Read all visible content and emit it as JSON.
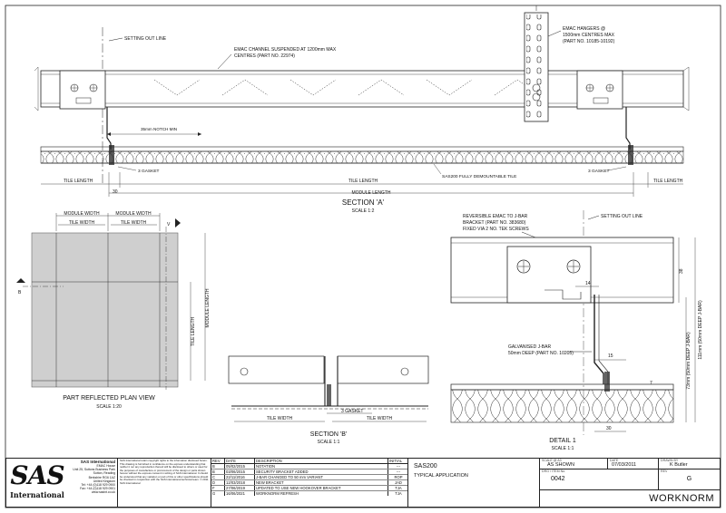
{
  "drawing": {
    "section_a": {
      "title": "SECTION 'A'",
      "scale": "SCALE 1:2",
      "callouts": {
        "setting_out_line": "SETTING OUT LINE",
        "emac_channel": [
          "EMAC CHANNEL SUSPENDED AT 1200mm MAX",
          "CENTRES (PART NO. 22974)"
        ],
        "emac_hangers": [
          "EMAC HANGERS @",
          "1500mm CENTRES MAX",
          "(PART NO. 10185-10192)"
        ],
        "notch": "35mm NOTCH MIN",
        "gasket_left": "3 GASKET",
        "gasket_right": "3 GASKET",
        "tile": "SAS200 FULLY DEMOUNTABLE TILE"
      },
      "dims": {
        "tile_length": "TILE LENGTH",
        "thirty": "30",
        "module_length": "MODULE LENGTH"
      }
    },
    "plan_view": {
      "title": "PART REFLECTED PLAN VIEW",
      "scale": "SCALE 1:20",
      "module_width": "MODULE WIDTH",
      "tile_width": "TILE WIDTH",
      "v_mark": "V",
      "b_mark": "B",
      "tile_length": "TILE LENGTH",
      "module_length": "MODULE LENGTH"
    },
    "section_b": {
      "title": "SECTION 'B'",
      "scale": "SCALE 1:1",
      "tile_width": "TILE WIDTH",
      "gasket": "3 GASKET"
    },
    "detail_1": {
      "title": "DETAIL 1",
      "scale": "SCALE 1:1",
      "setting_out_line": "SETTING OUT LINE",
      "bracket": [
        "REVERSIBLE EMAC TO J-BAR",
        "BRACKET (PART NO. 383680)",
        "FIXED VIA 2 NO. TEK SCREWS"
      ],
      "jbar": [
        "GALVANISED J-BAR",
        "50mm DEEP (PART NO. 10205)"
      ],
      "d14": "14",
      "d15": "15",
      "d7": "7",
      "d30": "30",
      "d38": "38",
      "d73": "73mm (50mm DEEP J-BAR)",
      "d111": "111mm (50mm DEEP J-BAR)"
    }
  },
  "title_block": {
    "logo_text": "SAS",
    "logo_sub": "International",
    "company": {
      "name": "SAS International",
      "lines": [
        "EMAC House",
        "Unit 25, Suttons Business Park",
        "Sutton, Reading",
        "Berkshire RG6 1AZ",
        "United Kingdom",
        "Tel: +44 (0)118 929 0900",
        "Fax: +44 (0)118 929 0901",
        "www.sasint.co.uk"
      ]
    },
    "disclaimer": "SAS International retain copyright rights to the information disclosed herein. This drawing is furnished in confidence on the express understanding that neither it nor any reproduction thereof will be disclosed to others or used for the purposes of manufacture or procurement of the design or parts shown hereon without the express consent in writing of SAS International. It should be understood that any variation or part of this or other specifications should be checked in conjunction with the SAS International technical team. © 2011 SAS International",
    "revisions": {
      "headers": [
        "REV",
        "DATE",
        "DESCRIPTION",
        "INITIAL"
      ],
      "rows": [
        [
          "B",
          "05/02/2015",
          "NOTATION",
          "---"
        ],
        [
          "B",
          "03/06/2015",
          "SECURITY BRACKET ADDED",
          "---"
        ],
        [
          "C",
          "22/11/2016",
          "J-BAR CHANGED TO 50 mm VARIANT",
          "ROP"
        ],
        [
          "D",
          "12/03/2018",
          "NEW BRACKET",
          "JAD"
        ],
        [
          "F",
          "27/06/2019",
          "UPDATED TO USE NEW HOOKOVER BRACKET",
          "TJA"
        ],
        [
          "G",
          "16/06/2021",
          "WORKNORM REFRESH",
          "TJA"
        ]
      ]
    },
    "title_line1": "SAS200",
    "title_line2": "TYPICAL APPLICATION",
    "scale_label": "SCALE @ A3",
    "scale_value": "AS SHOWN",
    "date_label": "DATE",
    "date_value": "07/03/2011",
    "drawn_label": "DRAWN BY",
    "drawn_value": "K Butler",
    "dwg_label": "DRG / ITEM No.",
    "dwg_value": "0042",
    "rev_label": "REV",
    "rev_value": "G",
    "brand": "WORKNORM"
  }
}
